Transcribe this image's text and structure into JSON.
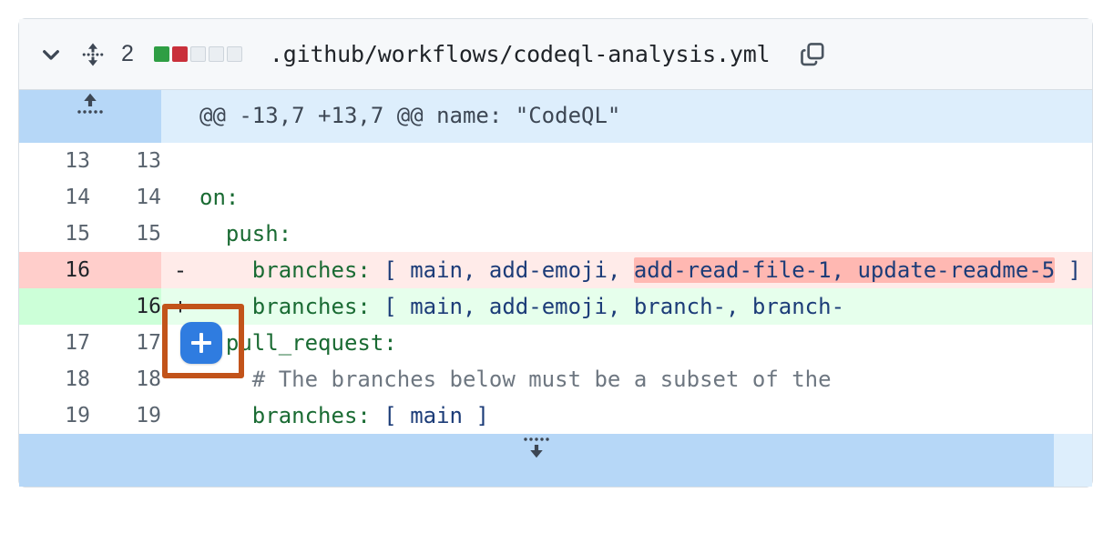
{
  "header": {
    "collapse_icon": "chevron-down-icon",
    "drag_icon": "drag-vertical-icon",
    "change_count": "2",
    "diffstat_blocks": [
      "add",
      "del",
      "neutral",
      "neutral",
      "neutral"
    ],
    "file_path": ".github/workflows/codeql-analysis.yml",
    "copy_icon": "copy-icon"
  },
  "hunk": {
    "expand_up_icon": "expand-up-icon",
    "text": "@@ -13,7 +13,7 @@ name: \"CodeQL\""
  },
  "rows": [
    {
      "type": "ctx",
      "old": "13",
      "new": "13",
      "marker": "",
      "segments": [
        {
          "text": "",
          "cls": "p"
        }
      ]
    },
    {
      "type": "ctx",
      "old": "14",
      "new": "14",
      "marker": "",
      "segments": [
        {
          "text": "on:",
          "cls": "k"
        }
      ]
    },
    {
      "type": "ctx",
      "old": "15",
      "new": "15",
      "marker": "",
      "segments": [
        {
          "text": "  push:",
          "cls": "k"
        }
      ]
    },
    {
      "type": "del",
      "old": "16",
      "new": "",
      "marker": "-",
      "segments": [
        {
          "text": "    branches:",
          "cls": "k"
        },
        {
          "text": " [ ",
          "cls": "v"
        },
        {
          "text": "main, add-emoji, ",
          "cls": "v"
        },
        {
          "text": "add-read-file-1, update-readme-5",
          "cls": "v wordhl-del"
        },
        {
          "text": " ]",
          "cls": "v"
        }
      ]
    },
    {
      "type": "add",
      "old": "",
      "new": "16",
      "marker": "+",
      "segments": [
        {
          "text": "    branches:",
          "cls": "k"
        },
        {
          "text": " [ ",
          "cls": "v"
        },
        {
          "text": "main, add-emoji, branch-, branch-",
          "cls": "v"
        }
      ]
    },
    {
      "type": "ctx",
      "old": "17",
      "new": "17",
      "marker": "",
      "segments": [
        {
          "text": "  pull_request:",
          "cls": "k"
        }
      ]
    },
    {
      "type": "ctx",
      "old": "18",
      "new": "18",
      "marker": "",
      "segments": [
        {
          "text": "    # The branches below must be a subset of the",
          "cls": "cm"
        }
      ]
    },
    {
      "type": "ctx",
      "old": "19",
      "new": "19",
      "marker": "",
      "segments": [
        {
          "text": "    branches:",
          "cls": "k"
        },
        {
          "text": " [ main ]",
          "cls": "v"
        }
      ]
    }
  ],
  "expand_bottom": {
    "expand_down_icon": "expand-down-icon"
  },
  "overlay": {
    "add_comment_button_icon": "plus-icon",
    "focus_box_color": "#c2531a",
    "button_color": "#2f7ce0"
  },
  "colors": {
    "added_bg": "#e6ffec",
    "deleted_bg": "#ffebe9",
    "added_gutter": "#ccffd8",
    "deleted_gutter": "#ffcecb",
    "hunk_bg": "#ddeefc",
    "hunk_gutter": "#b6d7f7"
  }
}
